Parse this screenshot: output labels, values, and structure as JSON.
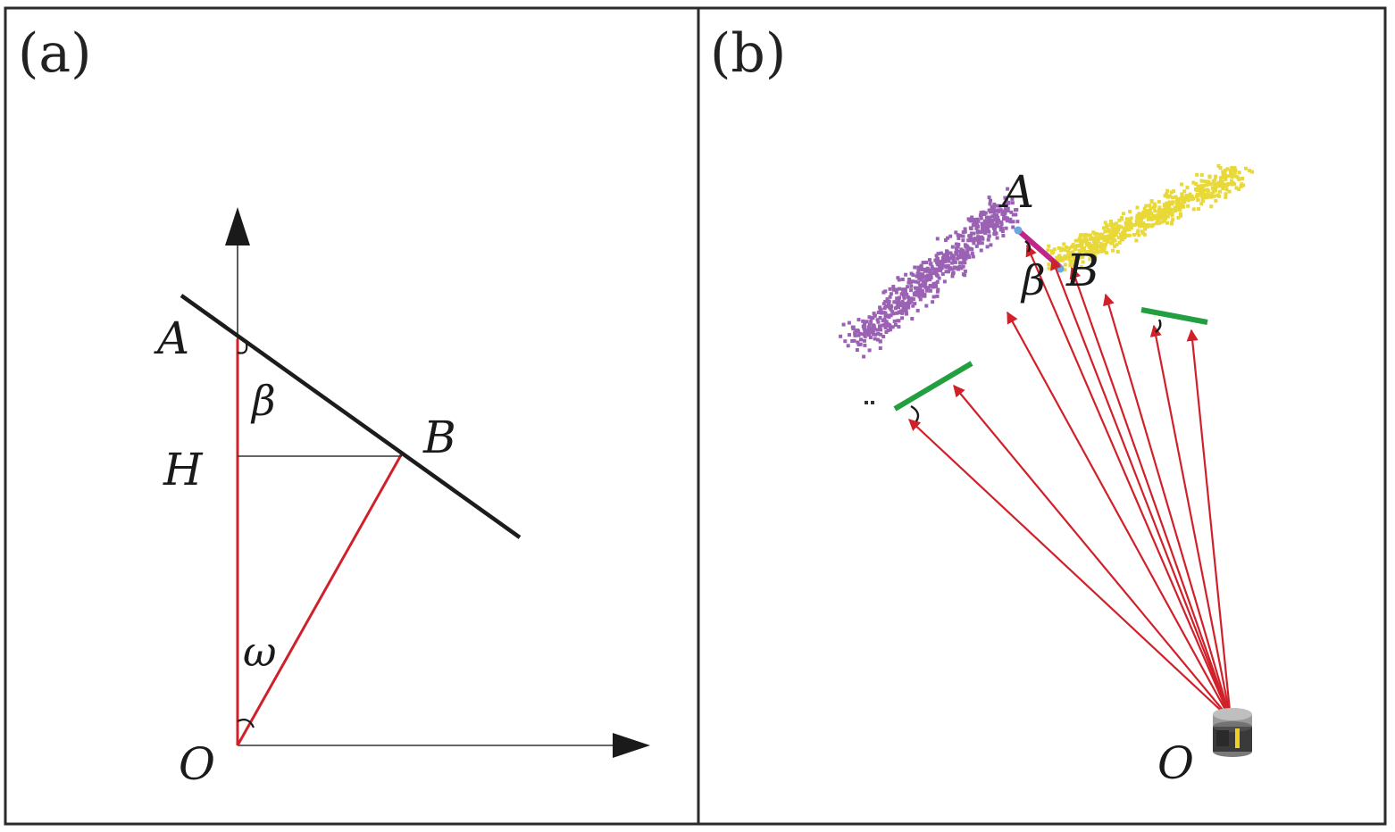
{
  "panels": {
    "a": {
      "label": "(a)"
    },
    "b": {
      "label": "(b)"
    }
  },
  "panel_a": {
    "points": {
      "A": "A",
      "B": "B",
      "H": "H",
      "O": "O"
    },
    "angles": {
      "beta": "β",
      "omega": "ω"
    }
  },
  "panel_b": {
    "points": {
      "A": "A",
      "B": "B",
      "O": "O"
    },
    "angles": {
      "beta": "β"
    }
  },
  "colors": {
    "frame": "#2b2b2b",
    "ray": "#d0202a",
    "line": "#1c1c1c",
    "purple_cloud": "#9b62b4",
    "yellow_cloud": "#e8d838",
    "segment_magenta": "#c0268a",
    "segment_green": "#22a040",
    "point_blue": "#6aa8e0"
  },
  "icons": {
    "sensor": "lidar-sensor-icon"
  }
}
